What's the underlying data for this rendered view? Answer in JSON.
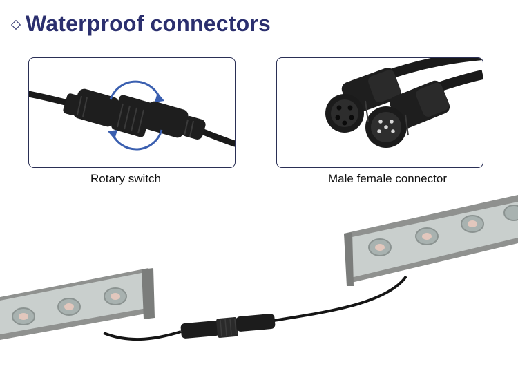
{
  "header": {
    "title": "Waterproof connectors"
  },
  "panels": [
    {
      "caption": "Rotary switch"
    },
    {
      "caption": "Male female connector"
    }
  ],
  "colors": {
    "title": "#2b2f6e",
    "border": "#2a2f55",
    "arrow": "#3a5fb0",
    "housing": "#9a9c9a",
    "lens": "#cfd6d4"
  }
}
